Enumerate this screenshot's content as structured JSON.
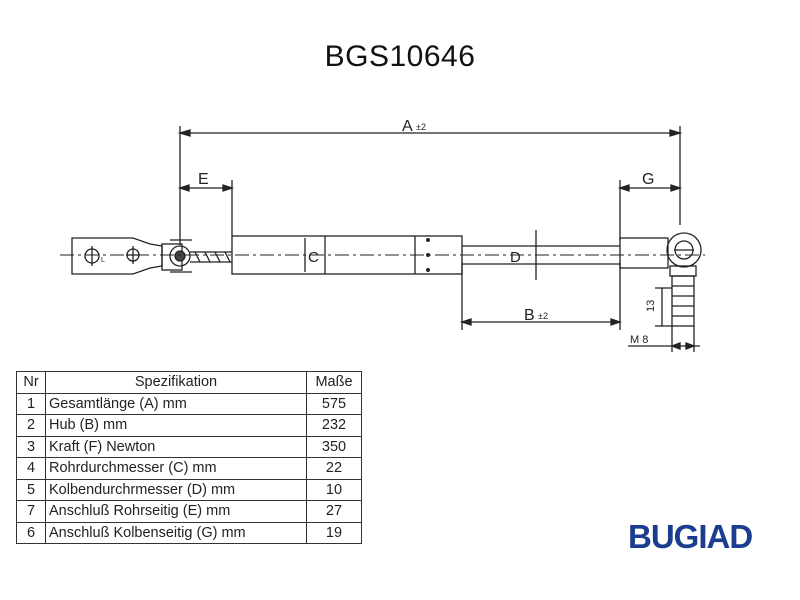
{
  "title": "BGS10646",
  "dimensions": {
    "a_label": "A",
    "a_tol": "±2",
    "b_label": "B",
    "b_tol": "±2",
    "c_label": "C",
    "d_label": "D",
    "e_label": "E",
    "g_label": "G",
    "l_label": "L",
    "height_label": "13",
    "thread_label": "M 8"
  },
  "table": {
    "headers": {
      "nr": "Nr",
      "spec": "Spezifikation",
      "value": "Maße"
    },
    "rows": [
      {
        "nr": "1",
        "spec": "Gesamtlänge (A) mm",
        "value": "575"
      },
      {
        "nr": "2",
        "spec": "Hub (B)  mm",
        "value": "232"
      },
      {
        "nr": "3",
        "spec": "Kraft (F) Newton",
        "value": "350"
      },
      {
        "nr": "4",
        "spec": "Rohrdurchmesser (C) mm",
        "value": "22"
      },
      {
        "nr": "5",
        "spec": "Kolbendurchrmesser (D) mm",
        "value": "10"
      },
      {
        "nr": "7",
        "spec": "Anschluß Rohrseitig (E) mm",
        "value": "27"
      },
      {
        "nr": "6",
        "spec": "Anschluß Kolbenseitig (G) mm",
        "value": "19"
      }
    ]
  },
  "logo": {
    "text": "BUGIAD",
    "color": "#1a3d8f"
  }
}
